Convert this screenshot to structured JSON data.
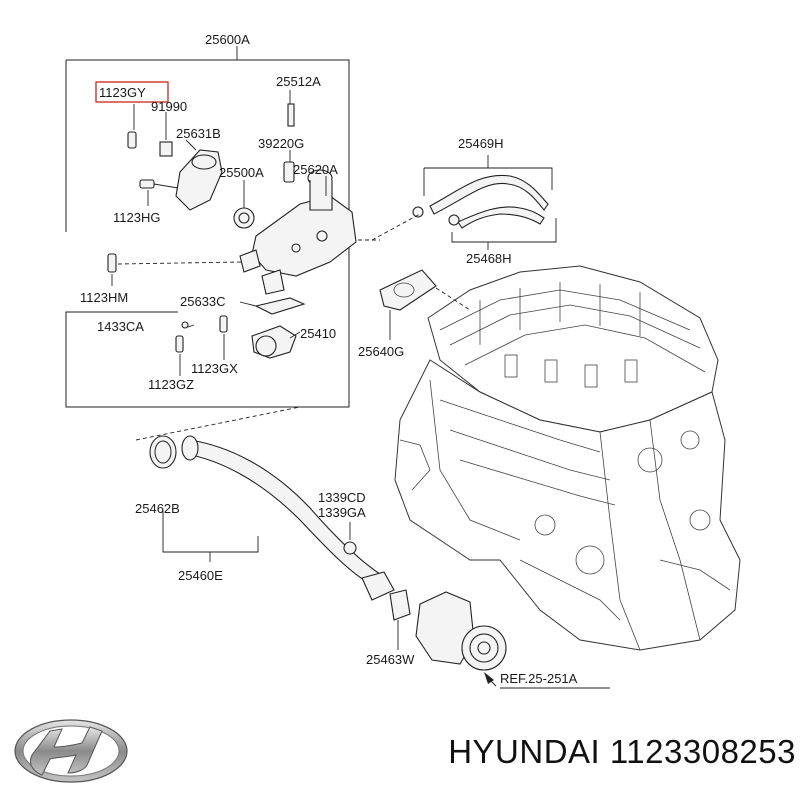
{
  "labels": {
    "assembly": "25600A",
    "bolt_top_highlight": "1123GY",
    "bolt_91990": "91990",
    "stud": "25512A",
    "bracket": "25631B",
    "sensor": "39220G",
    "thermostat": "25500A",
    "outlet_fitting": "25620A",
    "bolt_hg": "1123HG",
    "hose_upper": "25469H",
    "hose_lower": "25468H",
    "bolt_hm": "1123HM",
    "gasket_c": "25633C",
    "plug": "1433CA",
    "bolt_gx": "1123GX",
    "bolt_gz": "1123GZ",
    "inlet_fitting": "25410",
    "gasket_g": "25640G",
    "o_ring": "25462B",
    "pipe": "25460E",
    "nut_cd": "1339CD",
    "nut_ga": "1339GA",
    "pump_gasket": "25463W",
    "reference": "REF.25-251A"
  },
  "brand": {
    "name": "HYUNDAI",
    "part_number": "1123308253",
    "logo_icon": "hyundai-logo-icon"
  },
  "colors": {
    "highlight": "#d0342c",
    "line": "#222222"
  }
}
